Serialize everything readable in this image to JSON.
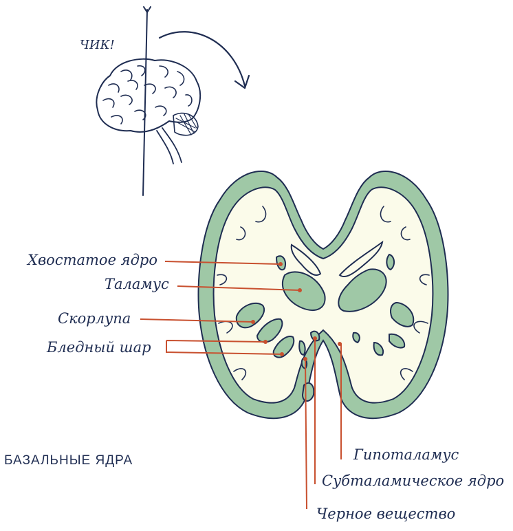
{
  "header": {
    "click_text": "ЧИК!"
  },
  "caption": "БАЗАЛЬНЫЕ ЯДРА",
  "labels": {
    "caudate": "Хвостатое ядро",
    "thalamus": "Таламус",
    "putamen": "Скорлупа",
    "globus": "Бледный шар",
    "hypothalamus": "Гипоталамус",
    "subthalamic": "Субталамическое ядро",
    "substantia": "Черное вещество"
  },
  "colors": {
    "ink": "#1f2d52",
    "leader": "#c8502f",
    "gray_matter": "#9fc8a6",
    "white_matter": "#fbfbea"
  }
}
